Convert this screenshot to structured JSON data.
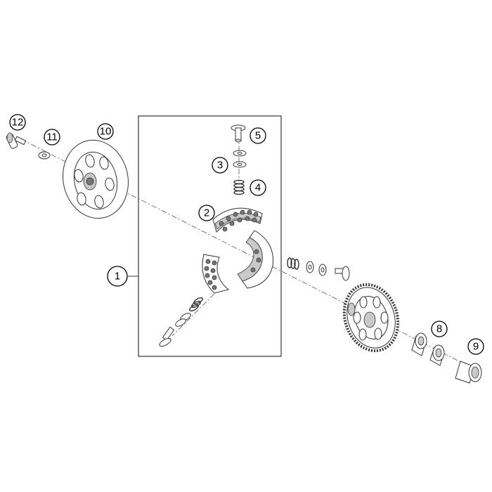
{
  "colors": {
    "line": "#333333",
    "shade": "#c9c9c9",
    "dark": "#777777",
    "background": "#ffffff"
  },
  "callouts": [
    {
      "id": "c1",
      "label": "1"
    },
    {
      "id": "c2",
      "label": "2"
    },
    {
      "id": "c3",
      "label": "3"
    },
    {
      "id": "c4",
      "label": "4"
    },
    {
      "id": "c5",
      "label": "5"
    },
    {
      "id": "c8",
      "label": "8"
    },
    {
      "id": "c9",
      "label": "9"
    },
    {
      "id": "c10",
      "label": "10"
    },
    {
      "id": "c11",
      "label": "11"
    },
    {
      "id": "c12",
      "label": "12"
    }
  ]
}
